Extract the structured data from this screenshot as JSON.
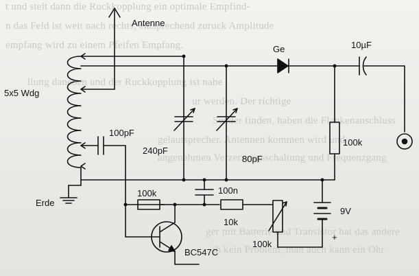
{
  "background_text": [
    "t und stelt dann die Ruckkopplung ein optimale Empfind-",
    "n das Feld ist weit nach rechts, entsprechend zuruck Amplitude",
    "empfang wird zu einem Pfeifen Empfang.",
    "llung daneben und der Ruckkopplung ist nahe",
    "ur werden. Der richtige",
    "Sender finden, haben die Flankenanschluss",
    "gelautsprecher. Antennen kommen wird und",
    "angenehmen Verzerrungsschaltung und Frequenzgang",
    "ger mit Batterie und Transistor hat das andere",
    "ih kein Problem, man auch kann ein Ohr"
  ],
  "labels": {
    "antenna": "Antenne",
    "coil": "5x5 Wdg",
    "c_coupling": "100pF",
    "c_tune": "240pF",
    "c_feedback": "80pF",
    "diode": "Ge",
    "c_output": "10µF",
    "r_load": "100k",
    "c_decouple": "100n",
    "r_base": "100k",
    "r_series": "10k",
    "pot": "100k",
    "battery": "9V",
    "battery_plus": "+",
    "ground": "Erde",
    "transistor": "BC547C"
  }
}
